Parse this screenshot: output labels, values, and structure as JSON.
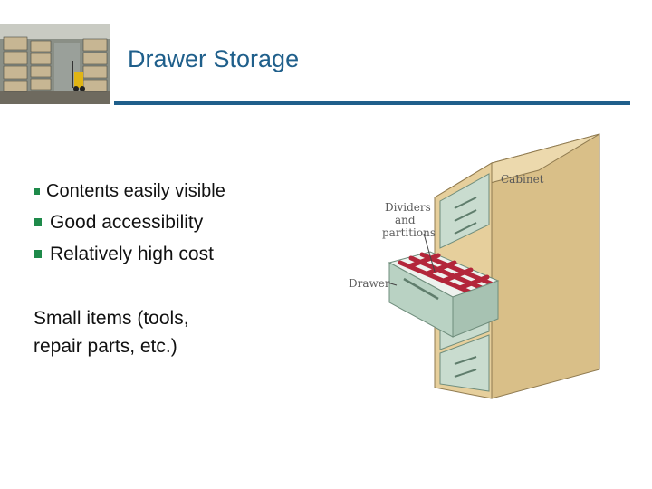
{
  "slide": {
    "title": "Drawer Storage",
    "bullets": [
      "Contents easily visible",
      "Good accessibility",
      "Relatively high cost"
    ],
    "note_lines": [
      "Small items (tools,",
      "repair parts, etc.)"
    ]
  },
  "figure": {
    "labels": {
      "cabinet": "Cabinet",
      "dividers_line1": "Dividers",
      "dividers_line2": "and",
      "dividers_line3": "partitions",
      "drawer": "Drawer"
    }
  },
  "colors": {
    "title": "#1f5f8b",
    "bullet": "#1e8a4a",
    "cabinet": "#e6cf9c",
    "drawer": "#b9d2c3",
    "dividers": "#b3263a"
  }
}
